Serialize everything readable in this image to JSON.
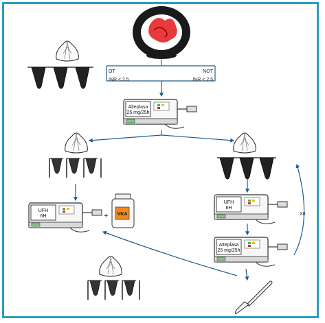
{
  "colors": {
    "frame": "#2a9fbd",
    "arrow": "#1f5d8f",
    "thrombus": "#e83a3a",
    "vka_label": "#f08a1c",
    "pump_screen_green": "#4caf50"
  },
  "icons": [
    "tricuspid-valve-icon",
    "obstructed-valve-icon",
    "thrombus-valve-icon",
    "infusion-pump-icon",
    "vka-bottle-icon",
    "scalpel-icon"
  ],
  "branches": {
    "left_label_top": "OT",
    "left_label_bottom": "INR < 2.5",
    "right_label_top": "NOT",
    "right_label_bottom": "INR < 2.5"
  },
  "pumps": {
    "top": {
      "line1": "Alteplasa",
      "line2": "25 mg/25h"
    },
    "left": {
      "line1": "UFH",
      "line2": "6H"
    },
    "right_upper": {
      "line1": "UFH",
      "line2": "6H"
    },
    "right_lower": {
      "line1": "Alteplasa",
      "line2": "25 mg/25h"
    }
  },
  "plus_sign": "+",
  "vka_label": "VKA",
  "repeat_label": "X8"
}
